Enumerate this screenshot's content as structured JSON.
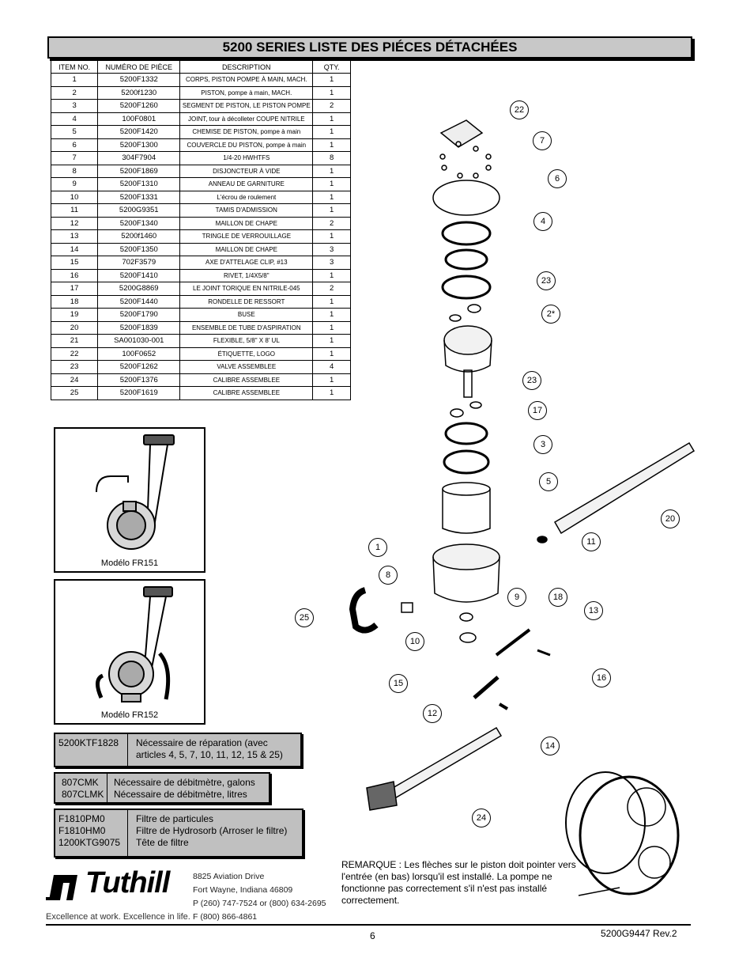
{
  "title": "5200 SERIES LISTE DES PIÉCES DÉTACHÉES",
  "table": {
    "headers": [
      "ITEM NO.",
      "NUMÉRO DE PIÈCE",
      "DESCRIPTION",
      "QTY."
    ],
    "rows": [
      [
        "1",
        "5200F1332",
        "CORPS, PISTON POMPE À MAIN, MACH.",
        "1"
      ],
      [
        "2",
        "5200f1230",
        "PISTON, pompe à main, MACH.",
        "1"
      ],
      [
        "3",
        "5200F1260",
        "SEGMENT DE PISTON, LE PISTON POMPE",
        "2"
      ],
      [
        "4",
        "100F0801",
        "JOINT, tour à décolleter COUPE NITRILE",
        "1"
      ],
      [
        "5",
        "5200F1420",
        "CHEMISE DE PISTON, pompe à main",
        "1"
      ],
      [
        "6",
        "5200F1300",
        "COUVERCLE DU PISTON, pompe à main",
        "1"
      ],
      [
        "7",
        "304F7904",
        "1/4-20 HWHTFS",
        "8"
      ],
      [
        "8",
        "5200F1869",
        "DISJONCTEUR À VIDE",
        "1"
      ],
      [
        "9",
        "5200F1310",
        "ANNEAU DE GARNITURE",
        "1"
      ],
      [
        "10",
        "5200F1331",
        "L'écrou de roulement",
        "1"
      ],
      [
        "11",
        "5200G9351",
        "TAMIS D'ADMISSION",
        "1"
      ],
      [
        "12",
        "5200F1340",
        "MAILLON DE CHAPE",
        "2"
      ],
      [
        "13",
        "5200f1460",
        "TRINGLE DE VERROUILLAGE",
        "1"
      ],
      [
        "14",
        "5200F1350",
        "MAILLON DE CHAPE",
        "3"
      ],
      [
        "15",
        "702F3579",
        "AXE D'ATTELAGE CLIP, #13",
        "3"
      ],
      [
        "16",
        "5200F1410",
        "RIVET, 1/4X5/8\"",
        "1"
      ],
      [
        "17",
        "5200G8869",
        "LE JOINT TORIQUE EN NITRILE-045",
        "2"
      ],
      [
        "18",
        "5200F1440",
        "RONDELLE DE RESSORT",
        "1"
      ],
      [
        "19",
        "5200F1790",
        "BUSE",
        "1"
      ],
      [
        "20",
        "5200F1839",
        "ENSEMBLE DE TUBE D'ASPIRATION",
        "1"
      ],
      [
        "21",
        "SA001030-001",
        "FLEXIBLE, 5/8\" X 8' UL",
        "1"
      ],
      [
        "22",
        "100F0652",
        "ÉTIQUETTE, LOGO",
        "1"
      ],
      [
        "23",
        "5200F1262",
        "VALVE ASSEMBLEE",
        "4"
      ],
      [
        "24",
        "5200F1376",
        "CALIBRE ASSEMBLEE",
        "1"
      ],
      [
        "25",
        "5200F1619",
        "CALIBRE ASSEMBLEE",
        "1"
      ]
    ]
  },
  "models": [
    {
      "caption": "Modélo FR151"
    },
    {
      "caption": "Modélo FR152"
    }
  ],
  "kits": [
    {
      "code": "5200KTF1828",
      "text": "Nécessaire de réparation    (avec articles 4, 5, 7, 10, 11, 12, 15 & 25)"
    },
    {
      "codes": [
        "807CMK",
        "807CLMK"
      ],
      "texts": [
        "Nécessaire de débitmètre, galons",
        "Nécessaire de débitmètre,  litres"
      ]
    },
    {
      "codes": [
        "F1810PM0",
        "F1810HM0",
        "1200KTG9075"
      ],
      "texts": [
        "Filtre de particules",
        "Filtre de Hydrosorb (Arroser le filtre)",
        "Tête de filtre"
      ]
    }
  ],
  "company": {
    "name": "Tuthill",
    "tagline": "Excellence at work.  Excellence in life.",
    "address": [
      "8825 Aviation Drive",
      "Fort Wayne, Indiana 46809",
      "P (260) 747-7524 or (800) 634-2695",
      "F (800) 866-4861"
    ]
  },
  "note": "REMARQUE : Les flèches sur le piston doit pointer vers l'entrée (en bas) lorsqu'il est installé. La pompe ne fonctionne pas correctement s'il n'est pas installé correctement.",
  "footer": {
    "page": "6",
    "doc": "5200G9447 Rev.2"
  },
  "callouts": [
    "22",
    "7",
    "6",
    "4",
    "23",
    "2*",
    "23",
    "17",
    "3",
    "5",
    "20",
    "11",
    "1",
    "8",
    "9",
    "18",
    "13",
    "25",
    "10",
    "16",
    "15",
    "12",
    "14",
    "24"
  ]
}
